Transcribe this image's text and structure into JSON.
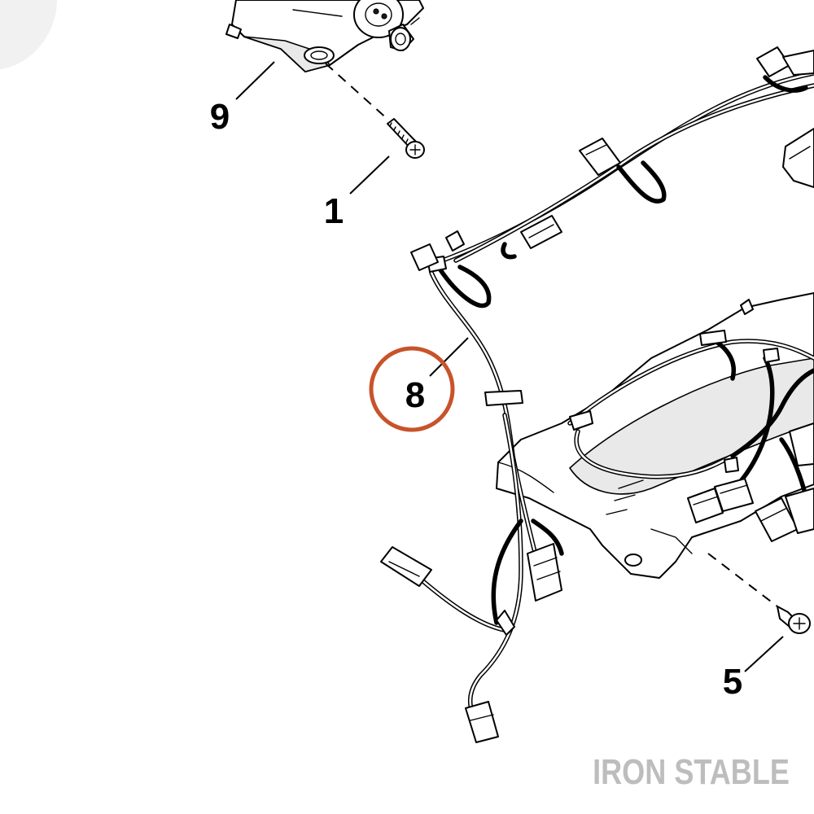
{
  "callouts": {
    "part_9": "9",
    "part_1": "1",
    "part_8": "8",
    "part_5": "5"
  },
  "highlight": {
    "target": "8",
    "color": "#c8532a"
  },
  "watermark": {
    "text": "IRON STABLE",
    "color": "#bdbdbd"
  },
  "icons": [
    "screw-icon",
    "wiring-harness",
    "connector-icon",
    "mounting-bracket",
    "motor-assembly"
  ]
}
